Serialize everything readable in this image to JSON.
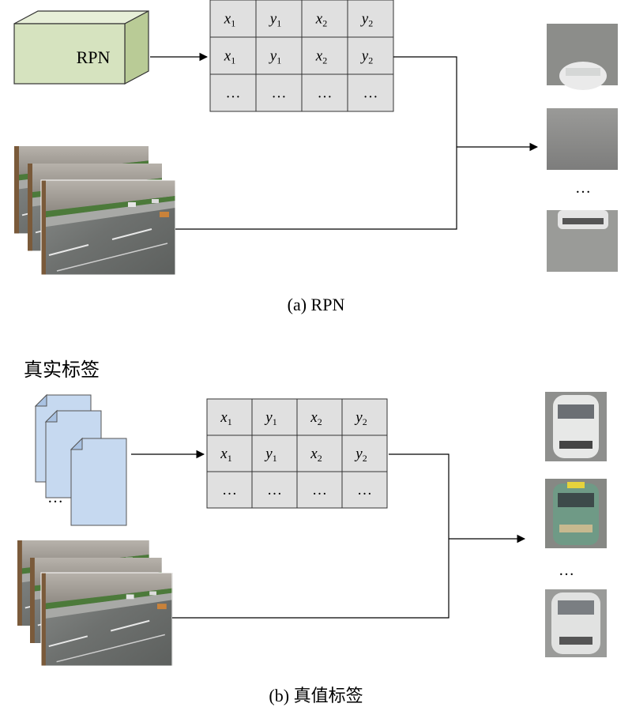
{
  "panel_a": {
    "source_label": "RPN",
    "table": [
      [
        {
          "v": "x",
          "s": "1"
        },
        {
          "v": "y",
          "s": "1"
        },
        {
          "v": "x",
          "s": "2"
        },
        {
          "v": "y",
          "s": "2"
        }
      ],
      [
        {
          "v": "x",
          "s": "1"
        },
        {
          "v": "y",
          "s": "1"
        },
        {
          "v": "x",
          "s": "2"
        },
        {
          "v": "y",
          "s": "2"
        }
      ],
      [
        {
          "v": "…",
          "s": ""
        },
        {
          "v": "…",
          "s": ""
        },
        {
          "v": "…",
          "s": ""
        },
        {
          "v": "…",
          "s": ""
        }
      ]
    ],
    "crops_ellipsis": "…",
    "caption": "(a) RPN"
  },
  "panel_b": {
    "source_label": "真实标签",
    "docs_ellipsis": "…",
    "table": [
      [
        {
          "v": "x",
          "s": "1"
        },
        {
          "v": "y",
          "s": "1"
        },
        {
          "v": "x",
          "s": "2"
        },
        {
          "v": "y",
          "s": "2"
        }
      ],
      [
        {
          "v": "x",
          "s": "1"
        },
        {
          "v": "y",
          "s": "1"
        },
        {
          "v": "x",
          "s": "2"
        },
        {
          "v": "y",
          "s": "2"
        }
      ],
      [
        {
          "v": "…",
          "s": ""
        },
        {
          "v": "…",
          "s": ""
        },
        {
          "v": "…",
          "s": ""
        },
        {
          "v": "…",
          "s": ""
        }
      ]
    ],
    "crops_ellipsis": "…",
    "caption": "(b) 真值标签"
  },
  "colors": {
    "rpn_box": "#d6e3bf",
    "cell_fill": "#e0e0e0",
    "doc_fill": "#c6d9f0",
    "line": "#000000"
  }
}
